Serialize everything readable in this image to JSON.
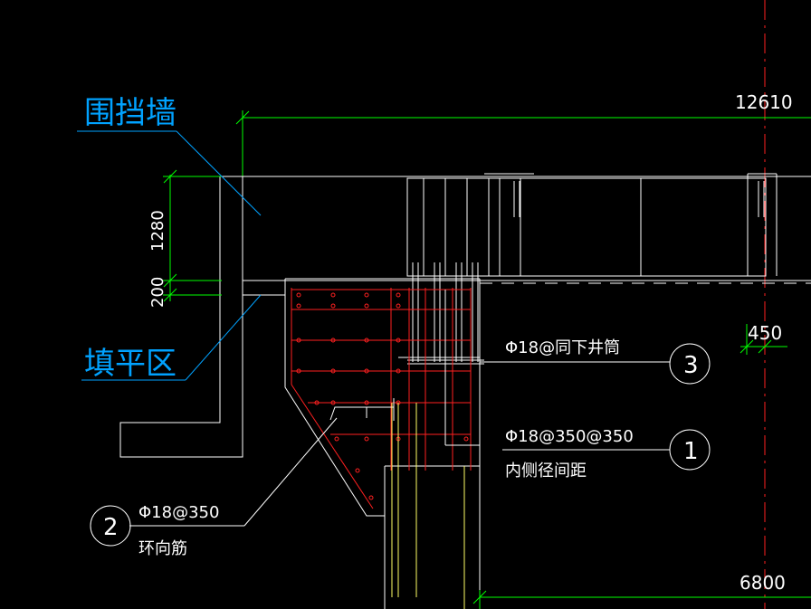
{
  "drawing": {
    "background": "#000000",
    "colors": {
      "outline": "#ffffff",
      "dimension": "#00ff00",
      "leader": "#00a2ff",
      "rebar": "#ff2020",
      "axis": "#ff2020",
      "pile": "#ffff66",
      "text": "#ffffff"
    }
  },
  "labels": {
    "wall": "围挡墙",
    "fill": "填平区",
    "callout3_text": "Φ18@同下井筒",
    "callout1_text_a": "Φ18@350@350",
    "callout1_text_b": "内侧径间距",
    "callout2_text_a": "Φ18@350",
    "callout2_text_b": "环向筋"
  },
  "callouts": {
    "c1": "1",
    "c2": "2",
    "c3": "3"
  },
  "dimensions": {
    "top_span": "12610",
    "bottom_span": "6800",
    "wall_height": "1280",
    "fill_height": "200",
    "offset": "450"
  }
}
